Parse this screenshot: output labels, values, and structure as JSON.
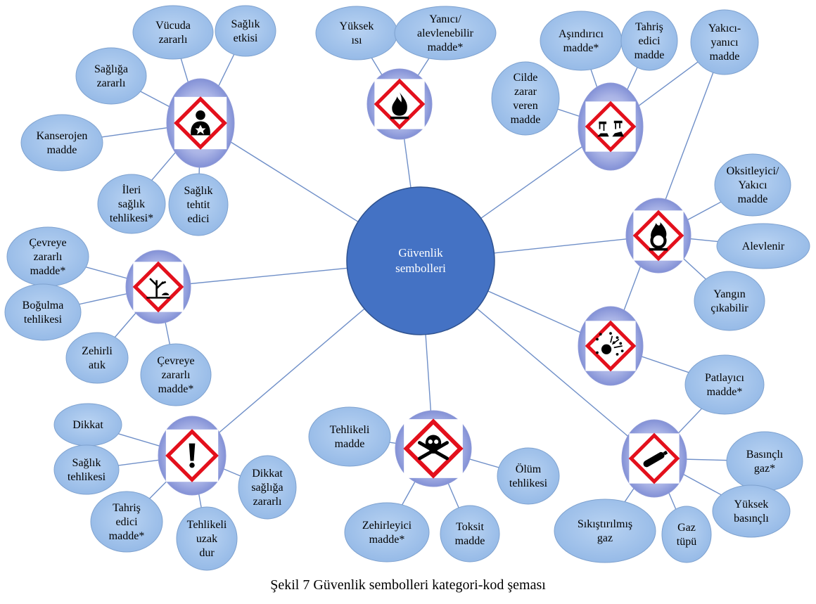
{
  "center": {
    "label": [
      "Güvenlik",
      "sembolleri"
    ]
  },
  "symbols": [
    {
      "id": "health-hazard",
      "icon": "health-hazard-icon",
      "labels": [
        [
          "Vücuda",
          "zararlı"
        ],
        [
          "Sağlık",
          "etkisi"
        ],
        [
          "Sağlığa",
          "zararlı"
        ],
        [
          "Kanserojen",
          "madde"
        ],
        [
          "İleri",
          "sağlık",
          "tehlikesi*"
        ],
        [
          "Sağlık",
          "tehtit",
          "edici"
        ]
      ]
    },
    {
      "id": "flammable",
      "icon": "flame-icon",
      "labels": [
        [
          "Yüksek",
          "ısı"
        ],
        [
          "Yanıcı/",
          "alevlenebilir",
          "madde*"
        ]
      ]
    },
    {
      "id": "corrosive",
      "icon": "corrosion-icon",
      "labels": [
        [
          "Aşındırıcı",
          "madde*"
        ],
        [
          "Tahriş",
          "edici",
          "madde"
        ],
        [
          "Cilde",
          "zarar",
          "veren",
          "madde"
        ],
        [
          "Yakıcı-",
          "yanıcı",
          "madde"
        ]
      ]
    },
    {
      "id": "oxidizer",
      "icon": "flame-over-circle-icon",
      "labels": [
        [
          "Oksitleyici/",
          "Yakıcı",
          "madde"
        ],
        [
          "Alevlenir"
        ],
        [
          "Yangın",
          "çıkabilir"
        ]
      ]
    },
    {
      "id": "explosive",
      "icon": "exploding-bomb-icon",
      "labels": [
        [
          "Patlayıcı",
          "madde*"
        ]
      ]
    },
    {
      "id": "gas",
      "icon": "gas-cylinder-icon",
      "labels": [
        [
          "Basınçlı",
          "gaz*"
        ],
        [
          "Yüksek",
          "basınçlı"
        ],
        [
          "Sıkıştırılmış",
          "gaz"
        ],
        [
          "Gaz",
          "tüpü"
        ]
      ]
    },
    {
      "id": "toxic",
      "icon": "skull-crossbones-icon",
      "labels": [
        [
          "Tehlikeli",
          "madde"
        ],
        [
          "Ölüm",
          "tehlikesi"
        ],
        [
          "Zehirleyici",
          "madde*"
        ],
        [
          "Toksit",
          "madde"
        ]
      ]
    },
    {
      "id": "irritant",
      "icon": "exclamation-icon",
      "labels": [
        [
          "Dikkat"
        ],
        [
          "Sağlık",
          "tehlikesi"
        ],
        [
          "Tahriş",
          "edici",
          "madde*"
        ],
        [
          "Tehlikeli",
          "uzak",
          "dur"
        ],
        [
          "Dikkat",
          "sağlığa",
          "zararlı"
        ]
      ]
    },
    {
      "id": "environment",
      "icon": "environment-icon",
      "labels": [
        [
          "Çevreye",
          "zararlı",
          "madde*"
        ],
        [
          "Boğulma",
          "tehlikesi"
        ],
        [
          "Zehirli",
          "atık"
        ],
        [
          "Çevreye",
          "zararlı",
          "madde*"
        ]
      ]
    }
  ],
  "caption": "Şekil 7 Güvenlik sembolleri kategori-kod şeması",
  "colors": {
    "bubble": "#9fc1ea",
    "bubble_stroke": "#7fa2cf",
    "hub": "#8d99d8",
    "center": "#4472c4",
    "line": "#6f8fc8",
    "pictogram_red": "#e3101c"
  }
}
